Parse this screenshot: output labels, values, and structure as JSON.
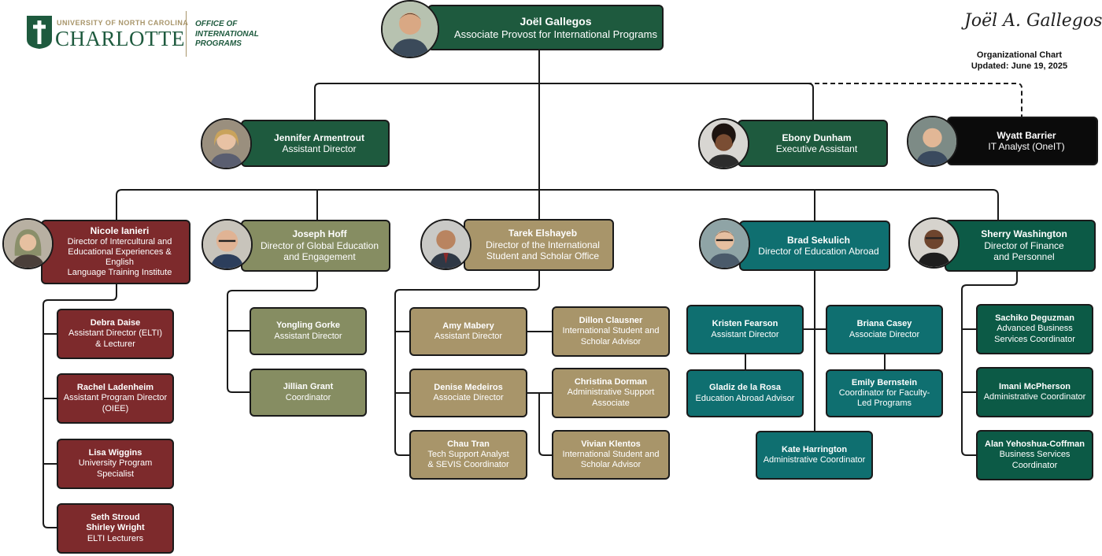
{
  "header": {
    "logo_top": "UNIVERSITY OF NORTH CAROLINA",
    "logo_name": "CHARLOTTE",
    "office_line1": "OFFICE OF",
    "office_line2": "INTERNATIONAL",
    "office_line3": "PROGRAMS",
    "signature": "Joël A. Gallegos",
    "chart_label": "Organizational Chart",
    "updated": "Updated: June 19, 2025"
  },
  "colors": {
    "leader_green": "#1e5a3e",
    "finance_green": "#0c5a46",
    "black": "#0b0b0b",
    "maroon": "#7d2a2c",
    "olive": "#868d62",
    "gold": "#a8956a",
    "teal": "#0f6f70"
  },
  "provost": {
    "name": "Joël Gallegos",
    "title": "Associate Provost for International Programs"
  },
  "staff": {
    "armentrout": {
      "name": "Jennifer Armentrout",
      "title": "Assistant Director"
    },
    "dunham": {
      "name": "Ebony Dunham",
      "title": "Executive Assistant"
    },
    "barrier": {
      "name": "Wyatt Barrier",
      "title": "IT Analyst (OneIT)"
    }
  },
  "directors": {
    "ianieri": {
      "name": "Nicole Ianieri",
      "title": "Director of Intercultural and\nEducational Experiences & English\nLanguage Training Institute"
    },
    "hoff": {
      "name": "Joseph Hoff",
      "title": "Director of Global Education\nand Engagement"
    },
    "elshayeb": {
      "name": "Tarek Elshayeb",
      "title": "Director of the International\nStudent and Scholar Office"
    },
    "sekulich": {
      "name": "Brad Sekulich",
      "title": "Director of Education Abroad"
    },
    "washington": {
      "name": "Sherry Washington",
      "title": "Director of Finance\nand Personnel"
    }
  },
  "reports": {
    "daise": {
      "name": "Debra Daise",
      "title": "Assistant Director (ELTI)\n& Lecturer"
    },
    "ladenheim": {
      "name": "Rachel Ladenheim",
      "title": "Assistant Program Director\n(OIEE)"
    },
    "wiggins": {
      "name": "Lisa Wiggins",
      "title": "University Program\nSpecialist"
    },
    "stroud": {
      "name": "Seth Stroud\nShirley Wright",
      "title": "ELTI Lecturers"
    },
    "gorke": {
      "name": "Yongling Gorke",
      "title": "Assistant Director"
    },
    "grant": {
      "name": "Jillian Grant",
      "title": "Coordinator"
    },
    "mabery": {
      "name": "Amy Mabery",
      "title": "Assistant Director"
    },
    "clausner": {
      "name": "Dillon Clausner",
      "title": "International Student and\nScholar Advisor"
    },
    "medeiros": {
      "name": "Denise Medeiros",
      "title": "Associate Director"
    },
    "dorman": {
      "name": "Christina Dorman",
      "title": "Administrative Support\nAssociate"
    },
    "tran": {
      "name": "Chau Tran",
      "title": "Tech Support Analyst\n& SEVIS Coordinator"
    },
    "klentos": {
      "name": "Vivian Klentos",
      "title": "International Student and\nScholar Advisor"
    },
    "fearson": {
      "name": "Kristen Fearson",
      "title": "Assistant Director"
    },
    "casey": {
      "name": "Briana Casey",
      "title": "Associate Director"
    },
    "rosa": {
      "name": "Gladiz de la Rosa",
      "title": "Education Abroad Advisor"
    },
    "bernstein": {
      "name": "Emily Bernstein",
      "title": "Coordinator for Faculty-\nLed Programs"
    },
    "harrington": {
      "name": "Kate Harrington",
      "title": "Administrative Coordinator"
    },
    "deguzman": {
      "name": "Sachiko Deguzman",
      "title": "Advanced Business\nServices Coordinator"
    },
    "mcpherson": {
      "name": "Imani McPherson",
      "title": "Administrative Coordinator"
    },
    "coffman": {
      "name": "Alan Yehoshua-Coffman",
      "title": "Business Services\nCoordinator"
    }
  }
}
